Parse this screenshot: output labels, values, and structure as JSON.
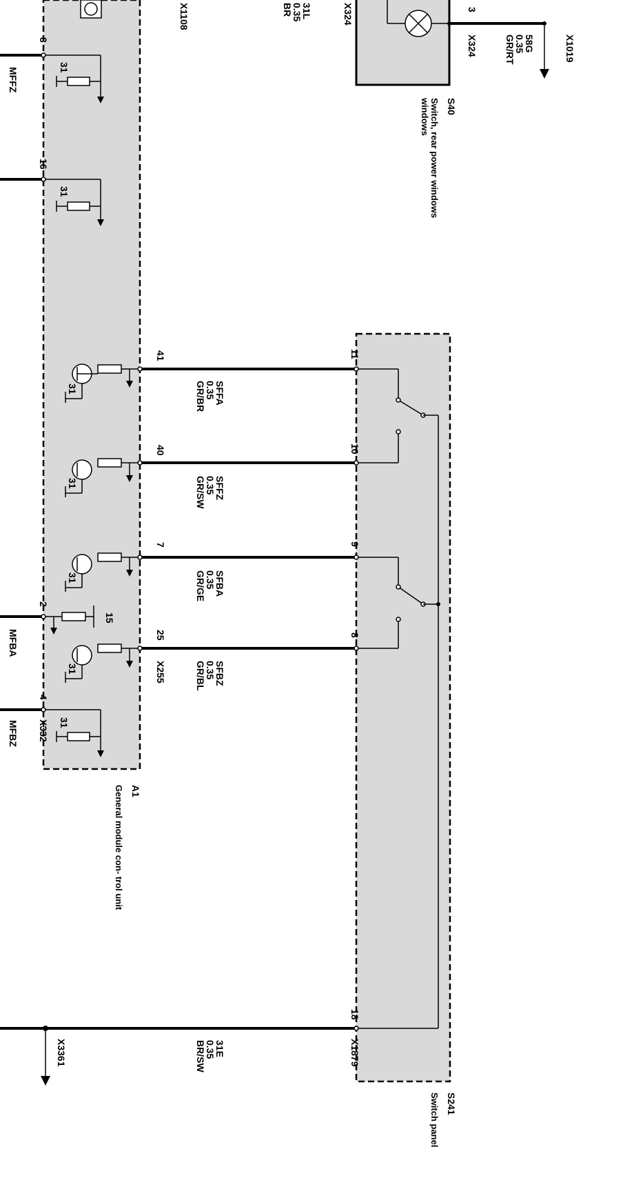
{
  "components": {
    "s40": {
      "id": "S40",
      "name": "Switch, rear power windows",
      "connector": "X324",
      "connector_top": "X324",
      "pin": "3"
    },
    "a1": {
      "id": "A1",
      "name": "General module con- trol unit",
      "connector_top": "X1108",
      "connector_mid": "X255",
      "connector_bottom": "X332"
    },
    "s241": {
      "id": "S241",
      "name": "Switch panel",
      "connector": "X1879"
    }
  },
  "wires": {
    "top_ground": {
      "code": "31L",
      "gauge": "0.35",
      "color": "BR"
    },
    "x1019": {
      "code": "58G",
      "gauge": "0.35",
      "color": "GR/RT",
      "connector": "X1019"
    },
    "sffa": {
      "code": "SFFA",
      "gauge": "0.35",
      "color": "GR/BR",
      "pin_a1": "41",
      "pin_s241": "11"
    },
    "sffz": {
      "code": "SFFZ",
      "gauge": "0.35",
      "color": "GR/SW",
      "pin_a1": "40",
      "pin_s241": "10"
    },
    "sfba": {
      "code": "SFBA",
      "gauge": "0.35",
      "color": "GR/GE",
      "pin_a1": "7",
      "pin_s241": "9"
    },
    "sfbz": {
      "code": "SFBZ",
      "gauge": "0.35",
      "color": "GR/BL",
      "pin_a1": "25",
      "pin_s241": "8"
    },
    "ground": {
      "code": "31E",
      "gauge": "0.35",
      "color": "BR/SW",
      "connector": "X3361",
      "pin_s241": "18"
    }
  },
  "left_pins": {
    "p8": {
      "pin": "8",
      "label": "MFFZ",
      "ground": "31"
    },
    "p16": {
      "pin": "16",
      "ground": "31"
    },
    "p2": {
      "pin": "2",
      "label": "MFBA",
      "supply": "15"
    },
    "p4": {
      "pin": "4",
      "label": "MFBZ",
      "ground": "31"
    }
  },
  "transistor_ground_label": "31"
}
